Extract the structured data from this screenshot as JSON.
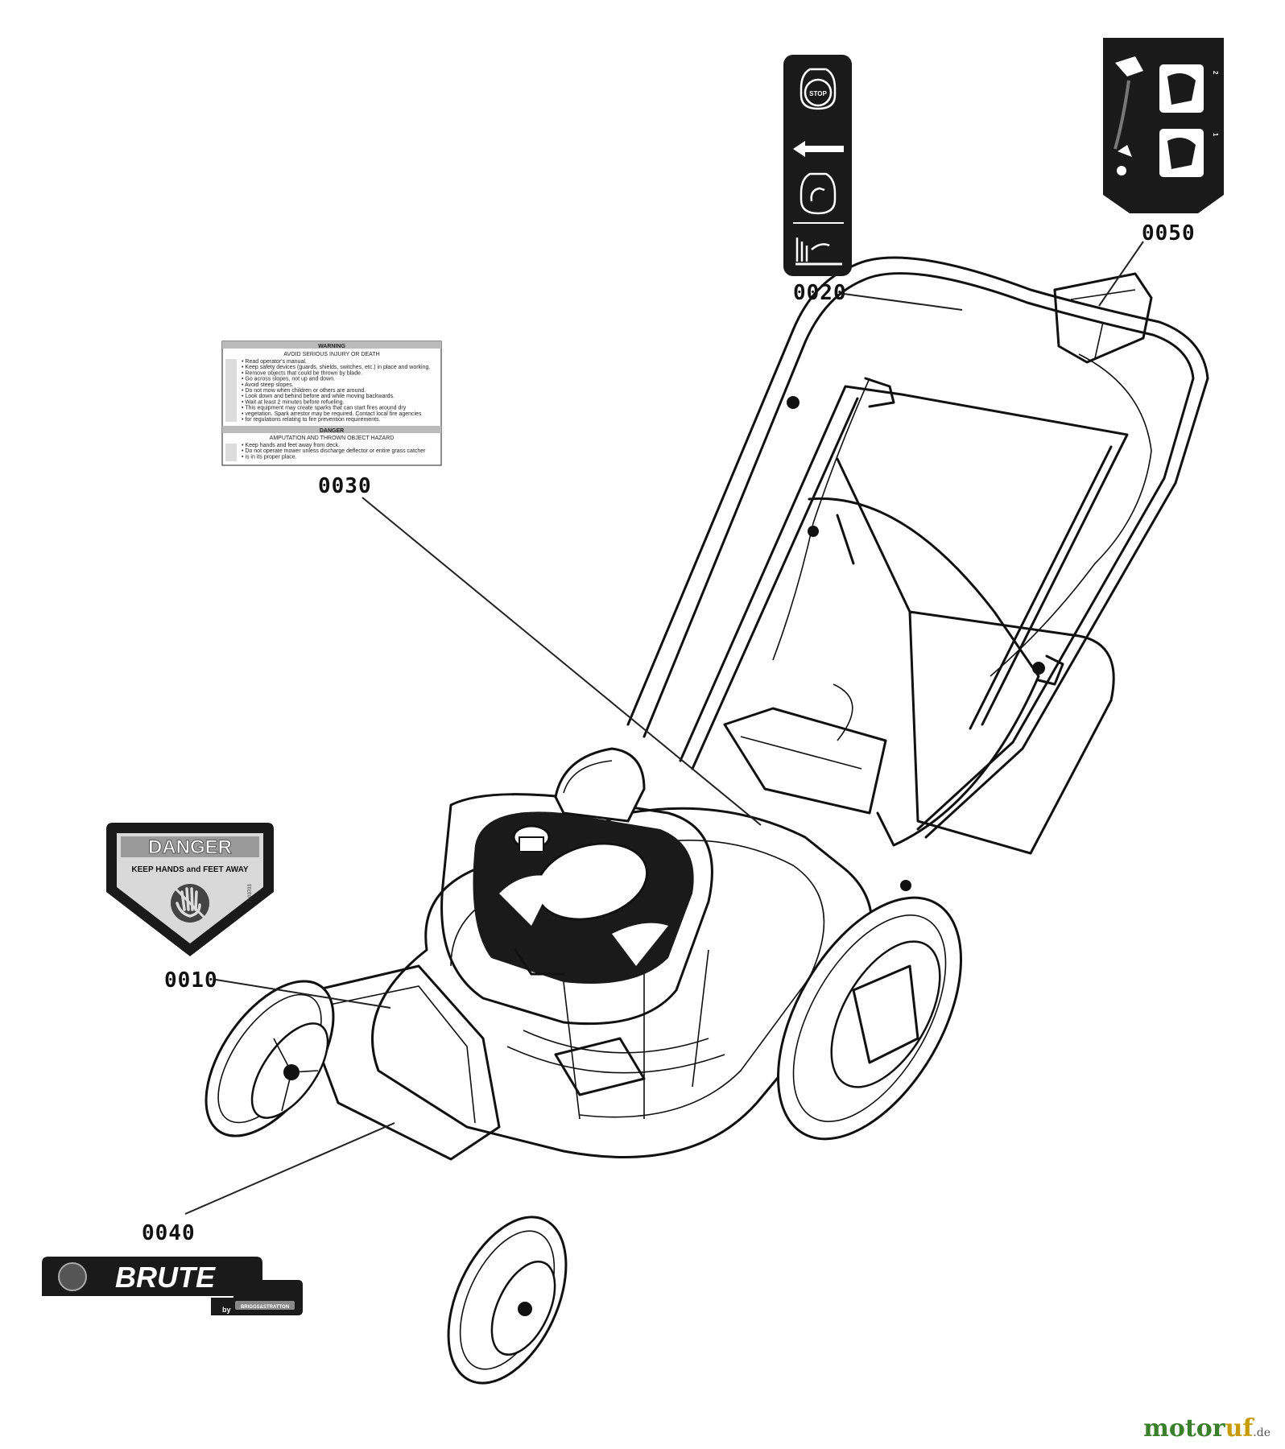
{
  "diagram": {
    "callouts": [
      {
        "id": "0010",
        "label": "0010"
      },
      {
        "id": "0020",
        "label": "0020"
      },
      {
        "id": "0030",
        "label": "0030"
      },
      {
        "id": "0040",
        "label": "0040"
      },
      {
        "id": "0050",
        "label": "0050"
      }
    ],
    "decal_danger": {
      "title": "DANGER",
      "text": "KEEP HANDS and FEET AWAY",
      "part_no": "7103703"
    },
    "decal_control": {
      "stop_text": "STOP"
    },
    "decal_warning": {
      "header": "WARNING",
      "subheader": "AVOID SERIOUS INJURY OR DEATH",
      "lines": [
        "Read operator's manual.",
        "Keep safety devices (guards, shields, switches, etc.) in place and working.",
        "Remove objects that could be thrown by blade.",
        "Go across slopes, not up and down.",
        "Avoid steep slopes.",
        "Do not mow when children or others are around.",
        "Look down and behind before and while moving backwards.",
        "Wait at least 2 minutes before refueling.",
        "This equipment may create sparks that can start fires around dry",
        "vegetation. Spark arrestor may be required. Contact local fire agencies",
        "for regulations relating to fire prevention requirements."
      ],
      "danger_header": "DANGER",
      "danger_subheader": "AMPUTATION AND THROWN OBJECT HAZARD",
      "danger_lines": [
        "Keep hands and feet away from deck.",
        "Do not operate mower unless discharge deflector or entire grass catcher",
        "is in its proper place."
      ]
    },
    "decal_brand": {
      "brand": "BRUTE",
      "byline": "by",
      "maker": "BRIGGS&STRATTON"
    },
    "decal_drive": {
      "step1": "1",
      "step2": "2"
    },
    "watermark": {
      "text_a": "motor",
      "text_b": "uf",
      "text_c": ".de"
    }
  },
  "colors": {
    "line": "#111111",
    "decal_dark": "#1a1a1a",
    "danger_gray": "#9a9a9a",
    "watermark_green": "#3a7f2a",
    "watermark_gold": "#c79a00"
  }
}
